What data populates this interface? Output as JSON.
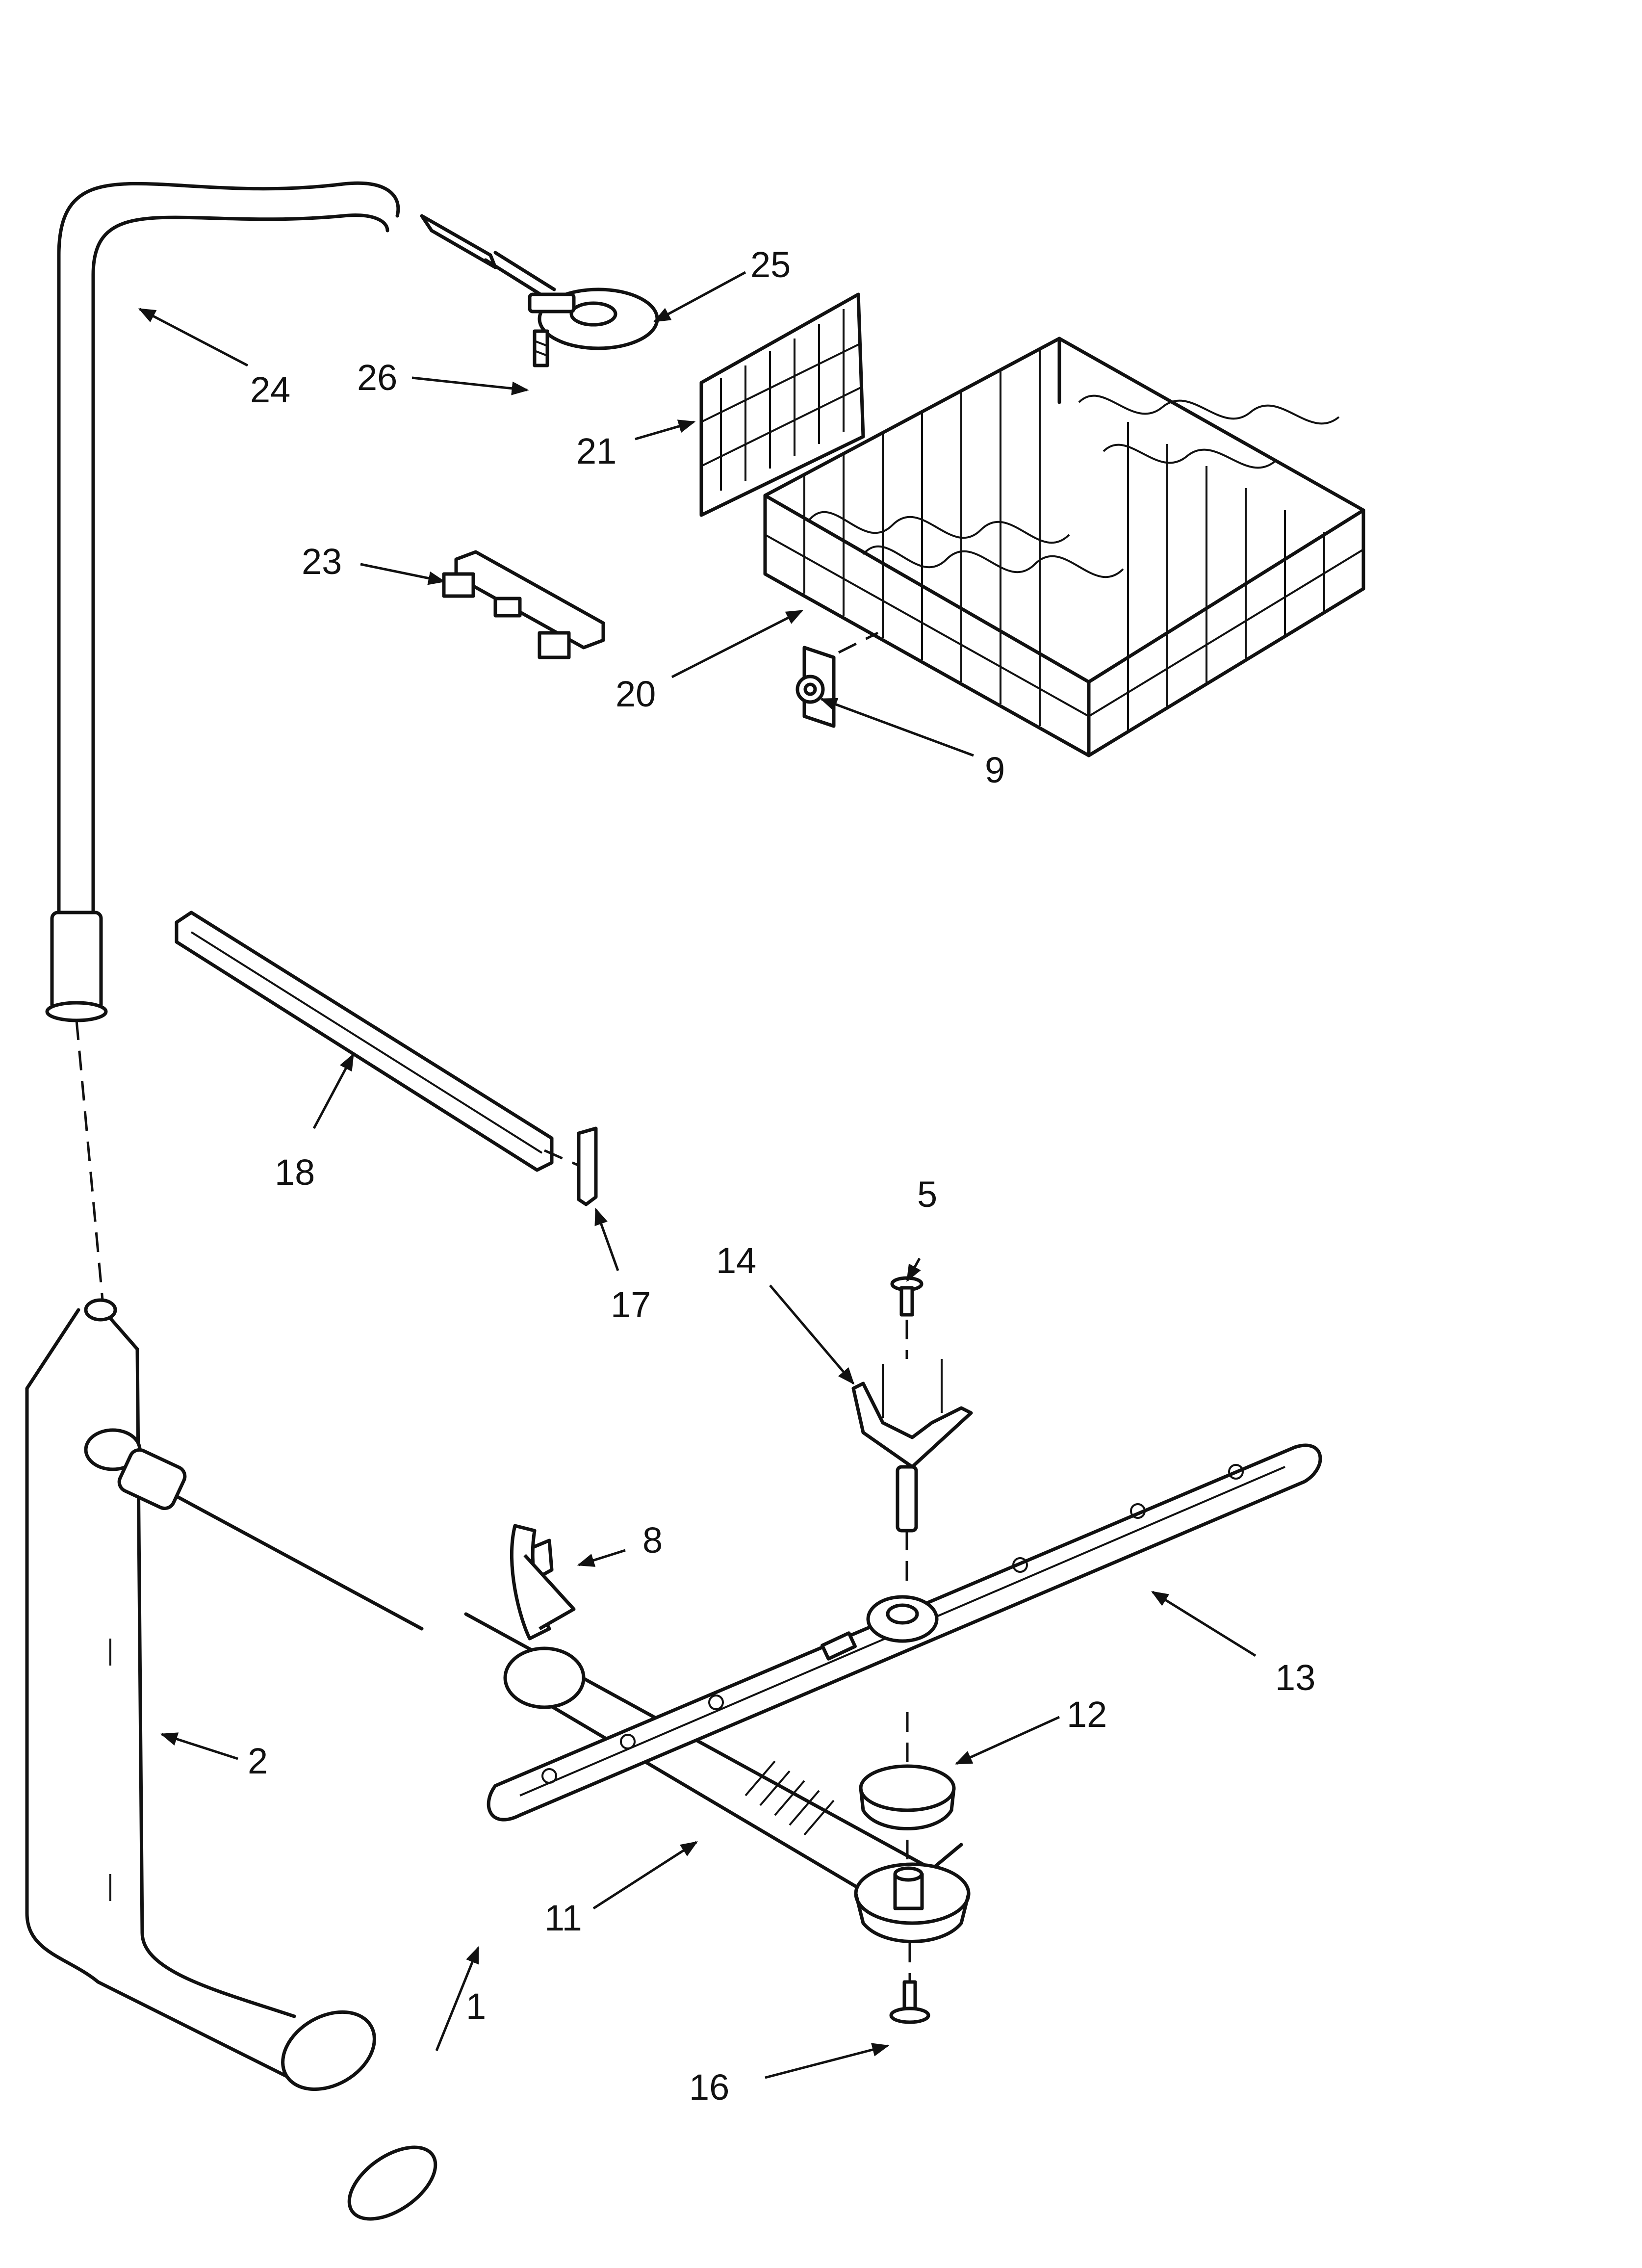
{
  "callouts": {
    "c1": "1",
    "c2": "2",
    "c5": "5",
    "c8": "8",
    "c9": "9",
    "c11": "11",
    "c12": "12",
    "c13": "13",
    "c14": "14",
    "c16": "16",
    "c17": "17",
    "c18": "18",
    "c20": "20",
    "c21": "21",
    "c23": "23",
    "c24": "24",
    "c25": "25",
    "c26": "26"
  }
}
